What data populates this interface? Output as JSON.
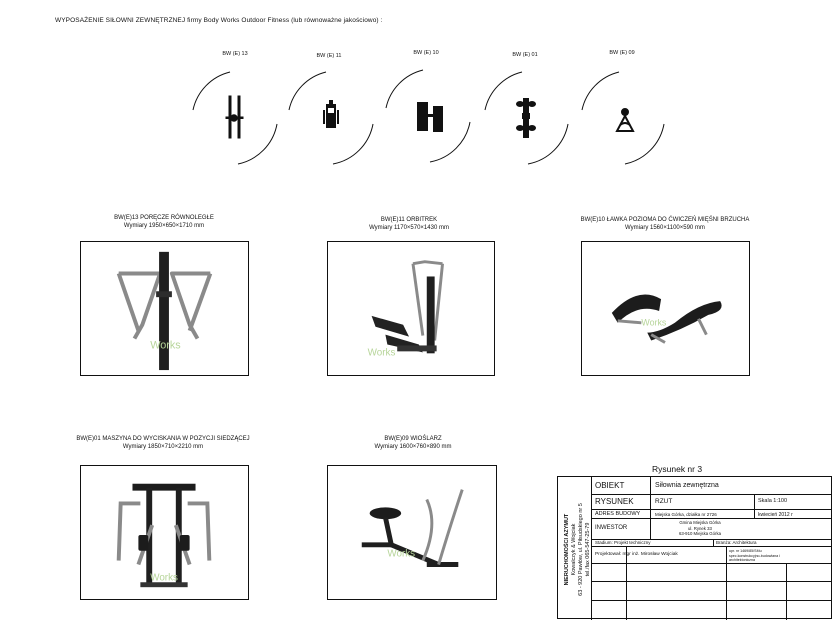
{
  "heading": "WYPOSAŻENIE SIŁOWNI ZEWNĘTRZNEJ firmy Body Works Outdoor Fitness (lub równoważne jakościowo) :",
  "plan_items": [
    {
      "code": "BW (E) 13",
      "icon": "parallel-bars-icon"
    },
    {
      "code": "BW (E) 11",
      "icon": "orbitrek-icon"
    },
    {
      "code": "BW (E) 10",
      "icon": "bench-icon"
    },
    {
      "code": "BW (E) 01",
      "icon": "seated-press-icon"
    },
    {
      "code": "BW (E) 09",
      "icon": "rower-icon"
    }
  ],
  "equipment": [
    {
      "title": "BW(E)13  PORĘCZE RÓWNOLEGŁE",
      "dims": "Wymiary 1950×650×1710 mm",
      "photo": "parallel-bars-photo"
    },
    {
      "title": "BW(E)11 ORBITREK",
      "dims": "Wymiary 1170×570×1430 mm",
      "photo": "orbitrek-photo"
    },
    {
      "title": "BW(E)10 ŁAWKA POZIOMA DO ĆWICZEŃ MIĘŚNI BRZUCHA",
      "dims": "Wymiary 1560×1100×590 mm",
      "photo": "bench-photo"
    },
    {
      "title": "BW(E)01 MASZYNA DO WYCISKANIA W POZYCJI SIEDZĄCEJ",
      "dims": "Wymiary 1850×710×2210 mm",
      "photo": "press-machine-photo"
    },
    {
      "title": "BW(E)09 WIOŚLARZ",
      "dims": "Wymiary 1600×760×890 mm",
      "photo": "rower-photo"
    }
  ],
  "watermark": "Works",
  "drawing_number": "Rysunek nr 3",
  "title_block": {
    "company_lines": [
      "NIERUCHOMOŚCI AZYMUT",
      "Kowalczyk & Wojciak",
      "63 - 920 Pawłów, ul. Piłsudskiego nr 5",
      "tel./fax 065-547-25-79"
    ],
    "obiekt_label": "OBIEKT",
    "obiekt_value": "Siłownia zewnętrzna",
    "rysunek_label": "RYSUNEK",
    "rysunek_value": "RZUT",
    "skala": "Skala 1:100",
    "adres_label": "ADRES BUDOWY",
    "adres_value": "Miejska Górka, działka nr 2726",
    "data": "kwiecień 2012 r",
    "inwestor_label": "INWESTOR",
    "inwestor_lines": [
      "Gmina Miejska Górka",
      "ul. Rynek 33",
      "63-910 Miejska Górka"
    ],
    "stadium": "Stadium: Projekt techniczny",
    "branza": "Branża: Architektura",
    "projektowal": "Projektował: mgr inż. Mirosław Wojciak",
    "uprawnienia": "upr. nr 1469/85/SMu spec.konstrukcyjno-budowlana i architektoniczna"
  }
}
